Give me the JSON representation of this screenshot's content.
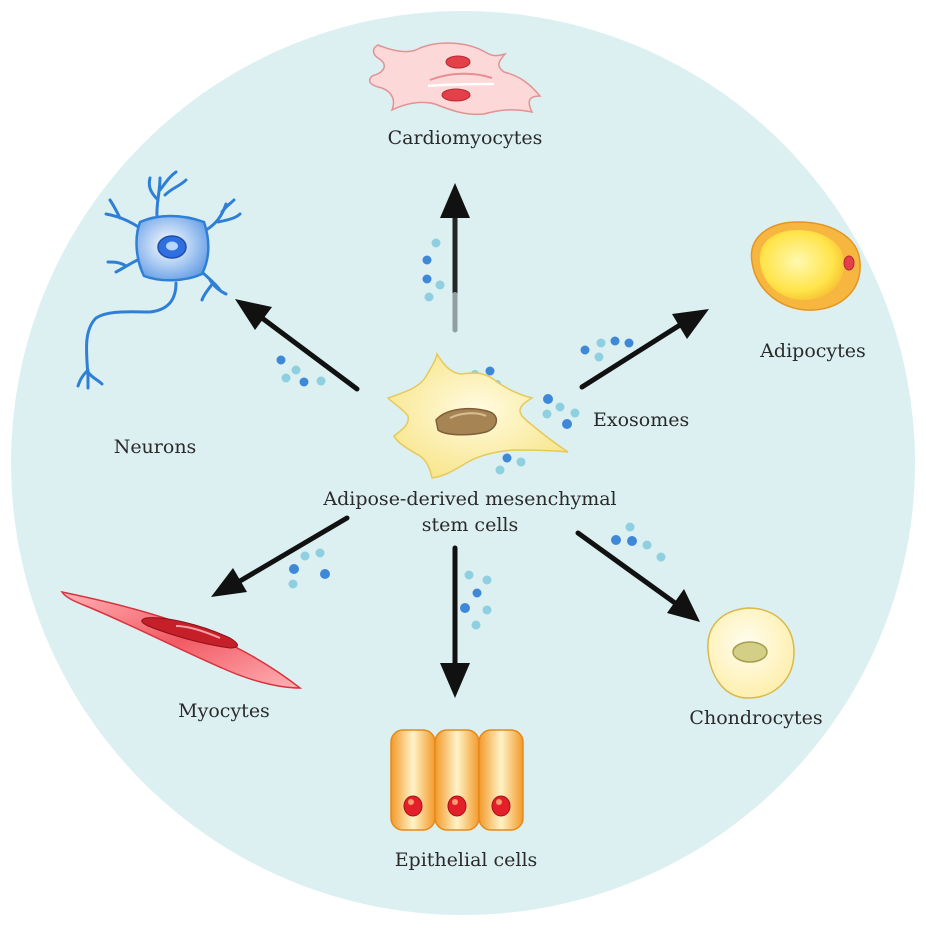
{
  "diagram": {
    "center_label_line1": "Adipose-derived mesenchymal",
    "center_label_line2": "stem cells",
    "exosome_label": "Exosomes",
    "targets": {
      "cardiomyocytes": "Cardiomyocytes",
      "adipocytes": "Adipocytes",
      "neurons": "Neurons",
      "myocytes": "Myocytes",
      "epithelial": "Epithelial cells",
      "chondrocytes": "Chondrocytes"
    }
  },
  "colors": {
    "background_circle": "#dcf0f2",
    "stem_cell": "#fbeea4",
    "stem_nucleus": "#a78453",
    "neuron": "#2f7fd6",
    "cardiomyocyte": "#fbd3d3",
    "adipocyte": "#f6b640",
    "myocyte": "#e3404a",
    "epithelial": "#f7a637",
    "chondrocyte": "#fff4c0",
    "exosome_dark": "#3f88d8",
    "exosome_light": "#8fd0e0",
    "arrow": "#111111"
  }
}
